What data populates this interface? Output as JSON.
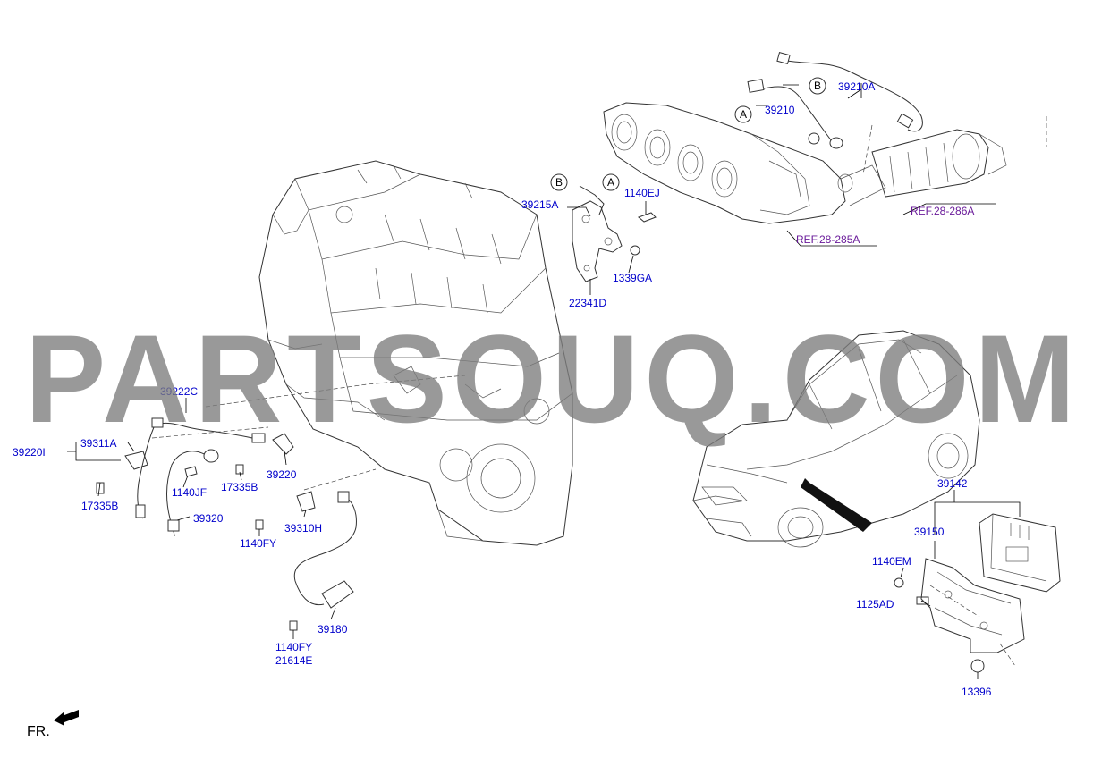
{
  "watermark": "PARTSOUQ.COM",
  "direction_label": "FR.",
  "callout_letters": {
    "a": "A",
    "b": "B"
  },
  "refs": {
    "r1": "REF.28-286A",
    "r2": "REF.28-285A"
  },
  "parts": {
    "p39210A": "39210A",
    "p39210": "39210",
    "p1140EJ": "1140EJ",
    "p39215A": "39215A",
    "p1339GA": "1339GA",
    "p22341D": "22341D",
    "p39222C": "39222C",
    "p39311A": "39311A",
    "p39220I": "39220I",
    "p1140JF": "1140JF",
    "p17335B": "17335B",
    "p39220": "39220",
    "p39320": "39320",
    "p39310H": "39310H",
    "p1140FY": "1140FY",
    "p39180": "39180",
    "p21614E": "21614E",
    "p39142": "39142",
    "p39150": "39150",
    "p1140EM": "1140EM",
    "p1125AD": "1125AD",
    "p13396": "13396"
  }
}
